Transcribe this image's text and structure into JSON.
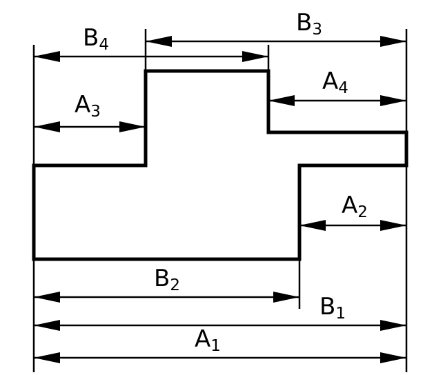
{
  "labels": {
    "b4": {
      "letter": "B",
      "index": "4"
    },
    "b3": {
      "letter": "B",
      "index": "3"
    },
    "a3": {
      "letter": "A",
      "index": "3"
    },
    "a4": {
      "letter": "A",
      "index": "4"
    },
    "a2": {
      "letter": "A",
      "index": "2"
    },
    "b2": {
      "letter": "B",
      "index": "2"
    },
    "b1": {
      "letter": "B",
      "index": "1"
    },
    "a1": {
      "letter": "A",
      "index": "1"
    }
  }
}
